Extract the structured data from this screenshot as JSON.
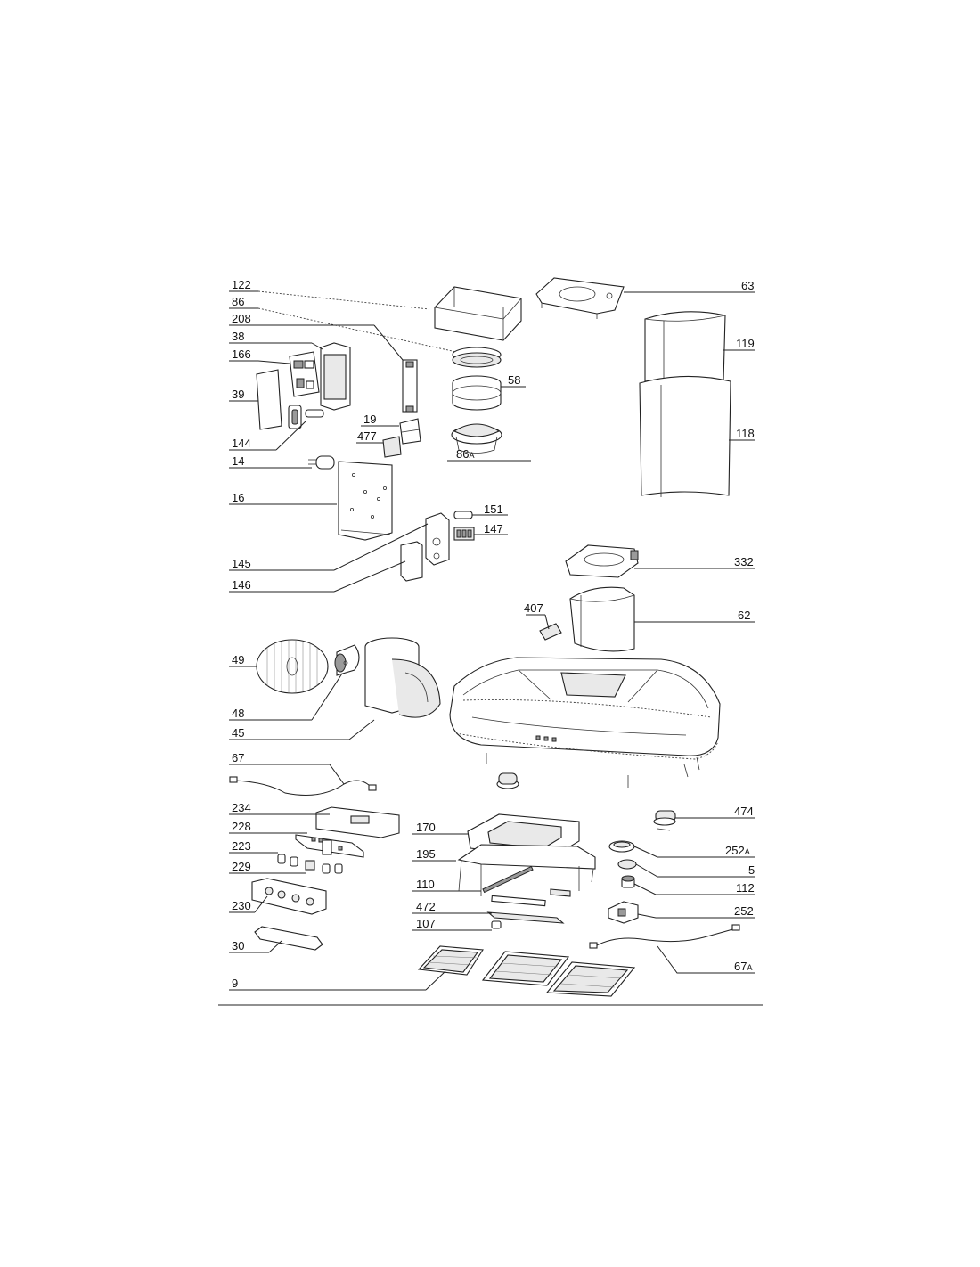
{
  "labels": {
    "p122": "122",
    "p86": "86",
    "p208": "208",
    "p38": "38",
    "p166": "166",
    "p39": "39",
    "p144": "144",
    "p14": "14",
    "p16": "16",
    "p145": "145",
    "p146": "146",
    "p19": "19",
    "p477": "477",
    "p58": "58",
    "p86a": "86",
    "p86a_sub": "A",
    "p151": "151",
    "p147": "147",
    "p63": "63",
    "p119": "119",
    "p118": "118",
    "p332": "332",
    "p407": "407",
    "p62": "62",
    "p49": "49",
    "p48": "48",
    "p45": "45",
    "p67": "67",
    "p234": "234",
    "p228": "228",
    "p223": "223",
    "p229": "229",
    "p230": "230",
    "p30": "30",
    "p9": "9",
    "p170": "170",
    "p195": "195",
    "p110": "110",
    "p472": "472",
    "p107": "107",
    "p474": "474",
    "p252a": "252",
    "p252a_sub": "A",
    "p5": "5",
    "p112": "112",
    "p252": "252",
    "p67a": "67",
    "p67a_sub": "A"
  }
}
